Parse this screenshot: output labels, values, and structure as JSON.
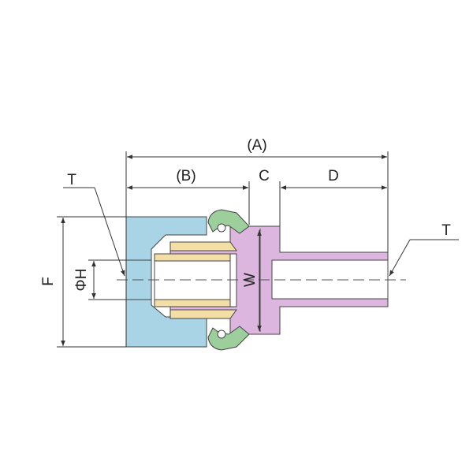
{
  "labels": {
    "a": "(A)",
    "b": "(B)",
    "c": "C",
    "d": "D",
    "t_left": "T",
    "t_right": "T",
    "f": "F",
    "phi_h": "ΦH",
    "w": "W"
  },
  "colors": {
    "nut": "#a9d4e6",
    "body": "#dcb6de",
    "insert": "#f3dfa6",
    "seal": "#9ccf9c",
    "line": "#333333",
    "background": "#ffffff"
  }
}
